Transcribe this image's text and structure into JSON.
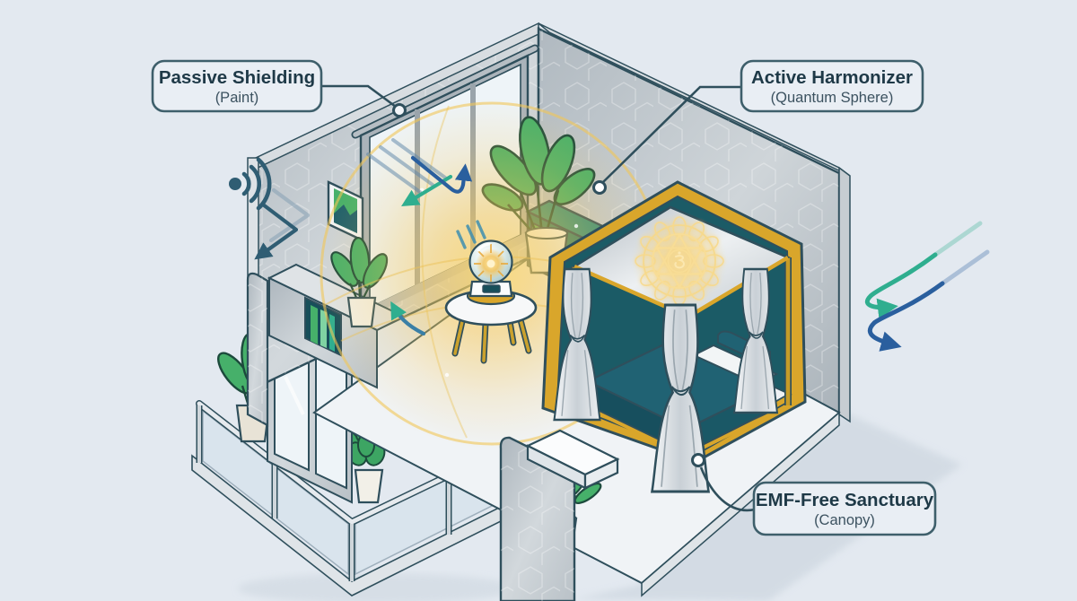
{
  "scene": {
    "description": "Isometric cutaway illustration of an EMF-protected bedroom",
    "background": "#e3e9f0",
    "wall_gray": "#c3cbd1",
    "accent_gold": "#d9a62b",
    "accent_teal_dark": "#1e5f6b",
    "outline": "#2f4f5c",
    "arrow_blue": "#2a5f9e",
    "arrow_teal": "#2fae8f",
    "aura_gold": "#f2c54e",
    "plant_green": "#46b06a"
  },
  "callouts": {
    "passive_shielding": {
      "title": "Passive Shielding",
      "subtitle": "(Paint)"
    },
    "active_harmonizer": {
      "title": "Active Harmonizer",
      "subtitle": "(Quantum Sphere)"
    },
    "emf_free_sanctuary": {
      "title": "EMF-Free Sanctuary",
      "subtitle": "(Canopy)"
    }
  },
  "icons": {
    "emf_signal": "wifi-signal-icon",
    "deflected_wave_left": "deflected-wave-arrow-left",
    "deflected_wave_window": "deflected-wave-arrow-window",
    "deflected_wave_right": "deflected-wave-arrow-right",
    "chakra": "chakra-glyph-icon",
    "quantum_sphere": "quantum-sphere-icon"
  }
}
